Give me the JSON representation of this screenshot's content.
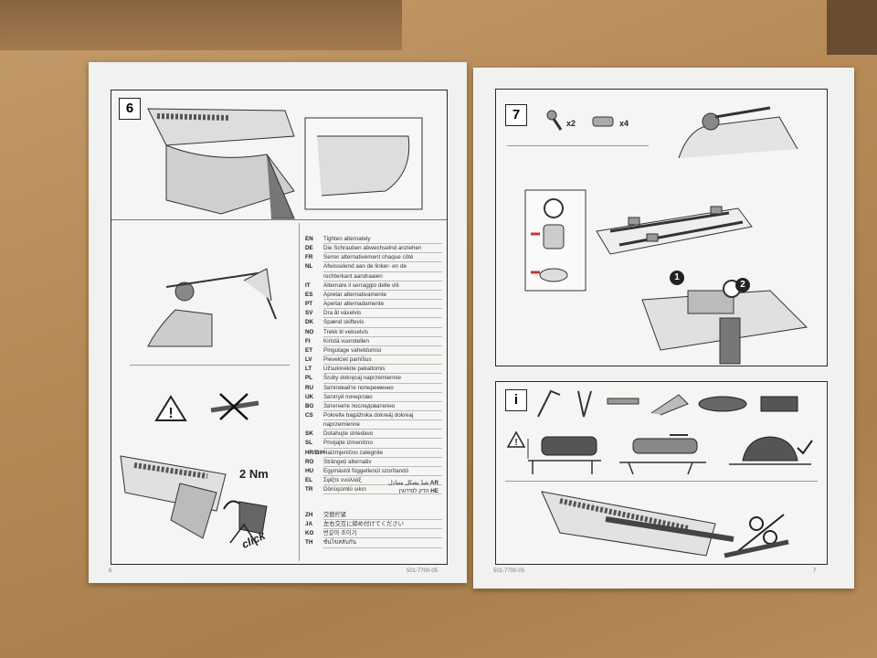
{
  "left_page": {
    "step6": {
      "number": "6",
      "torque": "2 Nm",
      "click": "click"
    },
    "languages": [
      {
        "code": "EN",
        "text": "Tighten alternately"
      },
      {
        "code": "DE",
        "text": "Die Schrauben abwechselnd anziehen"
      },
      {
        "code": "FR",
        "text": "Serrer alternativement chaque côté"
      },
      {
        "code": "NL",
        "text": "Afwisselend aan de linker- en de"
      },
      {
        "code": "",
        "text": "rechterkant aandraaien"
      },
      {
        "code": "IT",
        "text": "Alternare il serraggio delle viti"
      },
      {
        "code": "ES",
        "text": "Apretar alternativamente"
      },
      {
        "code": "PT",
        "text": "Apertar alternadamente"
      },
      {
        "code": "SV",
        "text": "Dra åt växelvis"
      },
      {
        "code": "DK",
        "text": "Spænd skiftevis"
      },
      {
        "code": "NO",
        "text": "Trekk til vekselvis"
      },
      {
        "code": "FI",
        "text": "Kiristä vuorotellen"
      },
      {
        "code": "ET",
        "text": "Pingutage vaheldumisi"
      },
      {
        "code": "LV",
        "text": "Pievelciet pamīšus"
      },
      {
        "code": "LT",
        "text": "Užsukinėkite pakaitomis"
      },
      {
        "code": "PL",
        "text": "Śruby dokręcaj naprzemiennie"
      },
      {
        "code": "RU",
        "text": "Затягивайте попеременно"
      },
      {
        "code": "UK",
        "text": "Затягуй почергово"
      },
      {
        "code": "BG",
        "text": "Затегнете последователно"
      },
      {
        "code": "CS",
        "text": "Pokrelte bagážnika dokreáj dokreaj"
      },
      {
        "code": "",
        "text": "naprzemienne"
      },
      {
        "code": "SK",
        "text": "Dotahujte striedavo"
      },
      {
        "code": "SL",
        "text": "Privijajte izmenično"
      },
      {
        "code": "HR/BiH",
        "text": "Naizmjenično zategnite"
      },
      {
        "code": "RO",
        "text": "Strângeți alternativ"
      },
      {
        "code": "HU",
        "text": "Egymástól függetlenül szorítandó"
      },
      {
        "code": "EL",
        "text": "Σφίξτε εναλλάξ"
      },
      {
        "code": "TR",
        "text": "Dönüşümlü sıkın"
      }
    ],
    "rtl": [
      {
        "code": "AR",
        "text": "شدّ بشكل متبادل"
      },
      {
        "code": "HE",
        "text": "הדק לסירוגין"
      }
    ],
    "asian": [
      {
        "code": "ZH",
        "text": "交替拧紧"
      },
      {
        "code": "JA",
        "text": "左右交互に締め付けてください"
      },
      {
        "code": "KO",
        "text": "번갈아 조이기"
      },
      {
        "code": "TH",
        "text": "ขันไขสลับกัน"
      }
    ],
    "page_number": "6",
    "doc_code": "501-7700-05"
  },
  "right_page": {
    "step7": {
      "number": "7",
      "screw_qty": "x2",
      "cap_qty": "x4",
      "marker1": "1",
      "marker2": "2"
    },
    "info": {
      "symbol": "i"
    },
    "page_number": "7",
    "doc_code": "501-7700-05"
  },
  "colors": {
    "paper": "#f1f1ef",
    "ink": "#2b2b2b",
    "cardboard": "#b58a5a"
  }
}
